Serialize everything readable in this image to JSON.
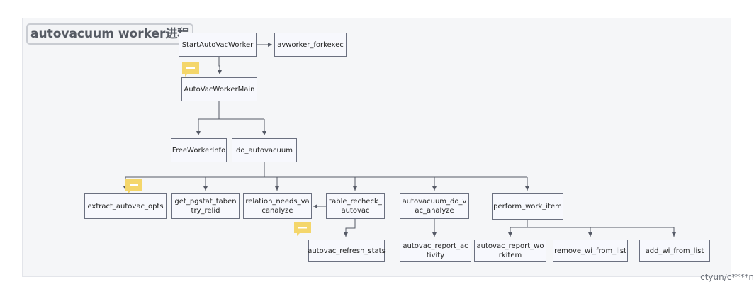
{
  "title": "autovacuum worker进程",
  "footer": "ctyun/c****n",
  "nodes": {
    "start": "StartAutoVacWorker",
    "fork": "avworker_forkexec",
    "main": "AutoVacWorkerMain",
    "free": "FreeWorkerInfo",
    "dovac": "do_autovacuum",
    "extract": "extract_autovac_opts",
    "pgstat": "get_pgstat_tabentry_relid",
    "relneeds": "relation_needs_vacanalyze",
    "recheck": "table_recheck_autovac",
    "refresh": "autovac_refresh_stats",
    "dovacanalyze": "autovacuum_do_vac_analyze",
    "report_act": "autovac_report_activity",
    "perform": "perform_work_item",
    "report_wi": "autovac_report_workitem",
    "remove_wi": "remove_wi_from_list",
    "add_wi": "add_wi_from_list"
  },
  "colors": {
    "comment": "#f4d66b",
    "edge": "#555a66",
    "node_border": "#6b7080"
  },
  "icons": [
    "comment-icon"
  ]
}
